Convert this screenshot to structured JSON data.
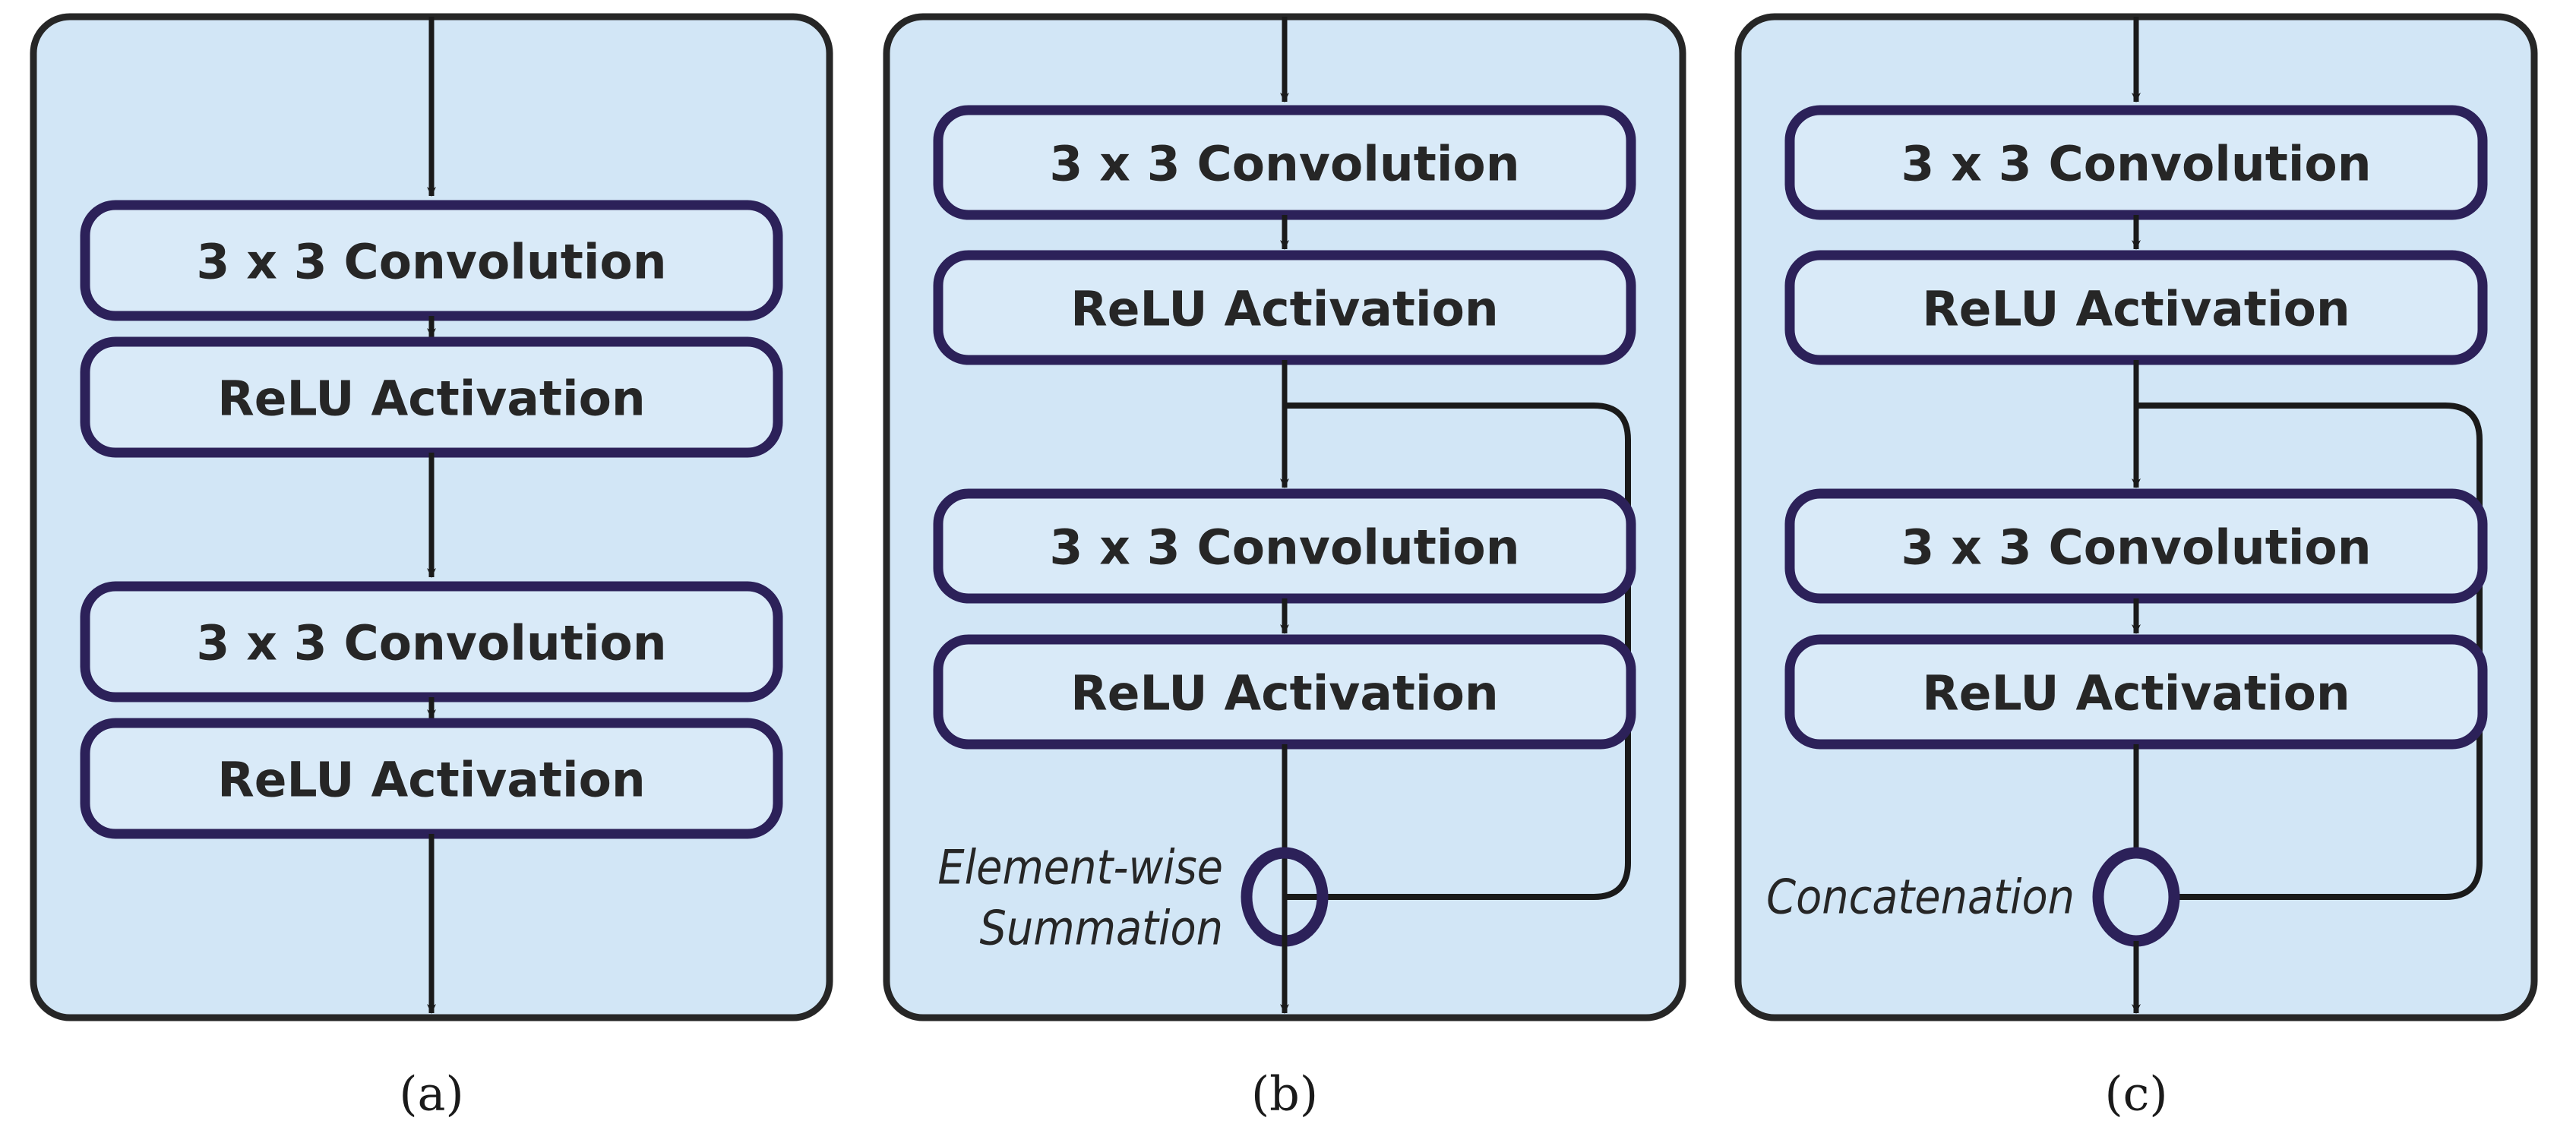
{
  "figure": {
    "caption_style": "lettered",
    "background_color": "#ffffff",
    "panel_fill": "#d2e6f6",
    "panel_stroke": "#262626",
    "box_fill": "#d9eaf8",
    "box_stroke": "#2c2159",
    "line_color": "#1a1a1a",
    "text_color": "#262626"
  },
  "labels": {
    "convolution": "3 x 3 Convolution",
    "relu": "ReLU Activation",
    "elementwise_summation_line1": "Element-wise",
    "elementwise_summation_line2": "Summation",
    "concatenation": "Concatenation"
  },
  "panels": [
    {
      "id": "a",
      "caption": "(a)",
      "kind": "plain",
      "blocks": [
        {
          "label": "3 x 3 Convolution"
        },
        {
          "label": "ReLU Activation"
        },
        {
          "label": "3 x 3 Convolution"
        },
        {
          "label": "ReLU Activation"
        }
      ],
      "merge": null
    },
    {
      "id": "b",
      "caption": "(b)",
      "kind": "residual",
      "blocks": [
        {
          "label": "3 x 3 Convolution"
        },
        {
          "label": "ReLU Activation"
        },
        {
          "label": "3 x 3 Convolution"
        },
        {
          "label": "ReLU Activation"
        }
      ],
      "merge": {
        "operation": "Element-wise Summation",
        "line1": "Element-wise",
        "line2": "Summation",
        "symbol": "plus-in-circle"
      }
    },
    {
      "id": "c",
      "caption": "(c)",
      "kind": "dense",
      "blocks": [
        {
          "label": "3 x 3 Convolution"
        },
        {
          "label": "ReLU Activation"
        },
        {
          "label": "3 x 3 Convolution"
        },
        {
          "label": "ReLU Activation"
        }
      ],
      "merge": {
        "operation": "Concatenation",
        "line1": "Concatenation",
        "line2": "",
        "symbol": "empty-circle"
      }
    }
  ]
}
